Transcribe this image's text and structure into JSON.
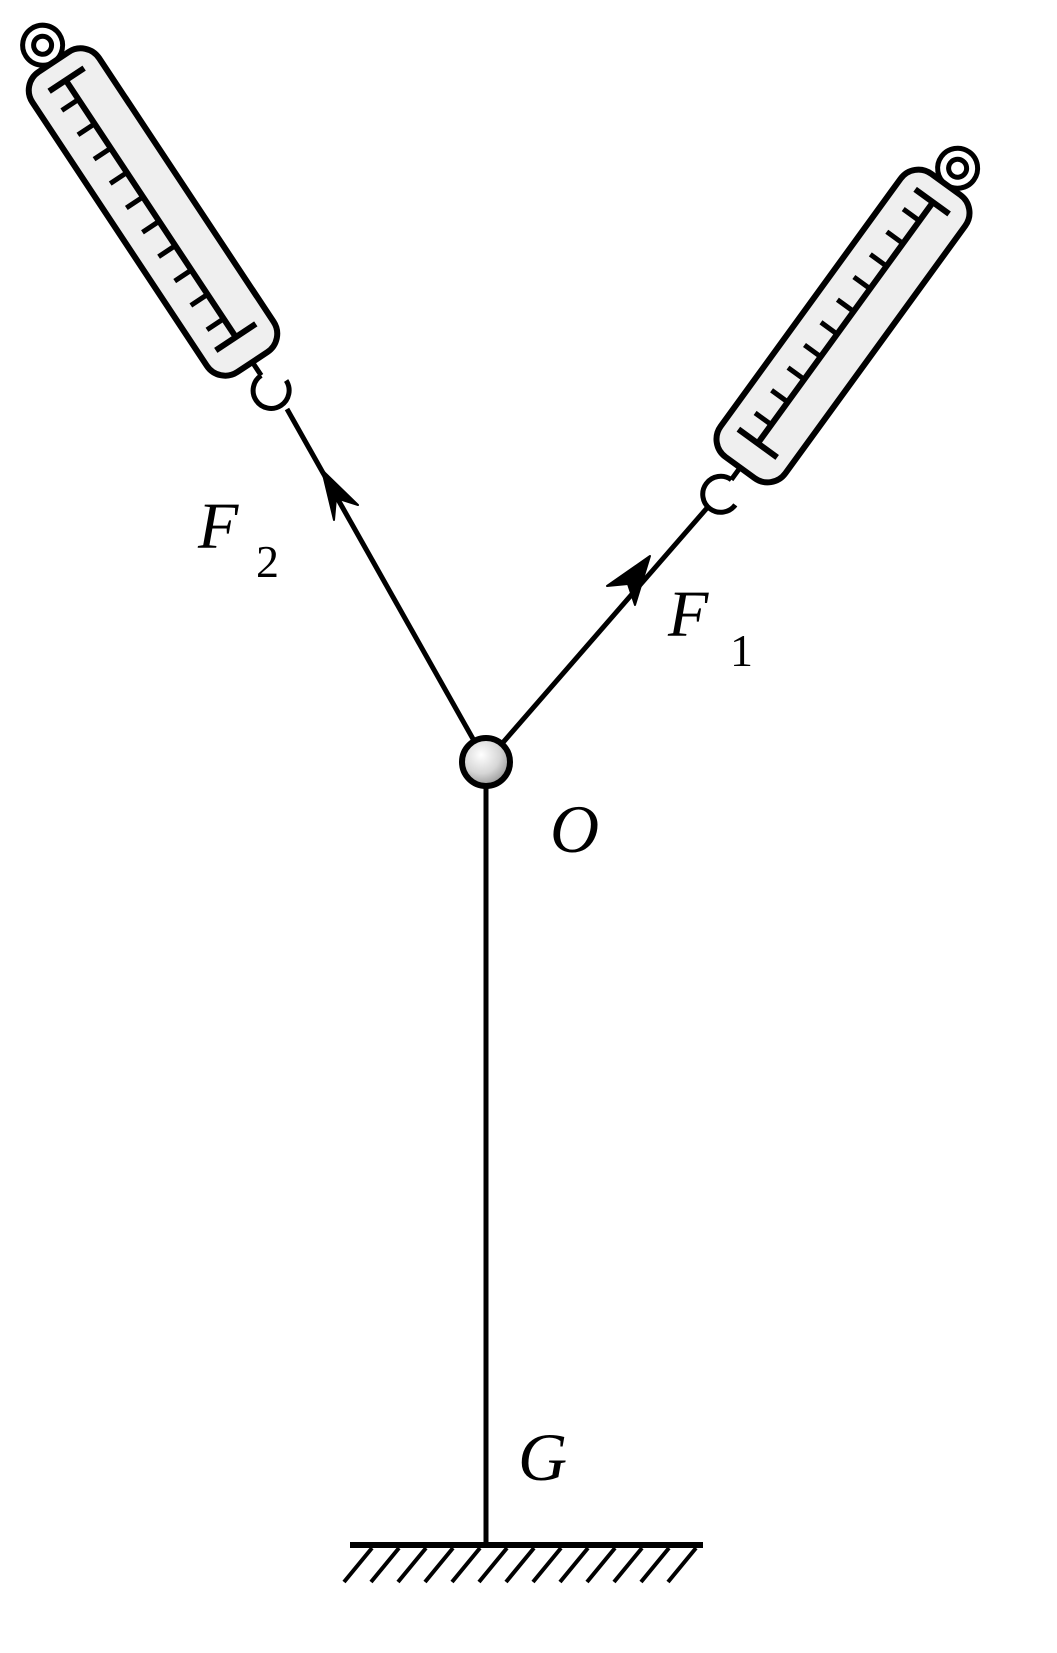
{
  "labels": {
    "f2": {
      "main": "F",
      "sub": "2"
    },
    "f1": {
      "main": "F",
      "sub": "1"
    },
    "o": "O",
    "g": "G"
  },
  "colors": {
    "stroke": "#000000",
    "gauge_fill": "#efefef",
    "background": "#ffffff"
  },
  "icons": [
    "spring-scale-icon",
    "knot-ring-icon",
    "ground-hatch-icon"
  ]
}
